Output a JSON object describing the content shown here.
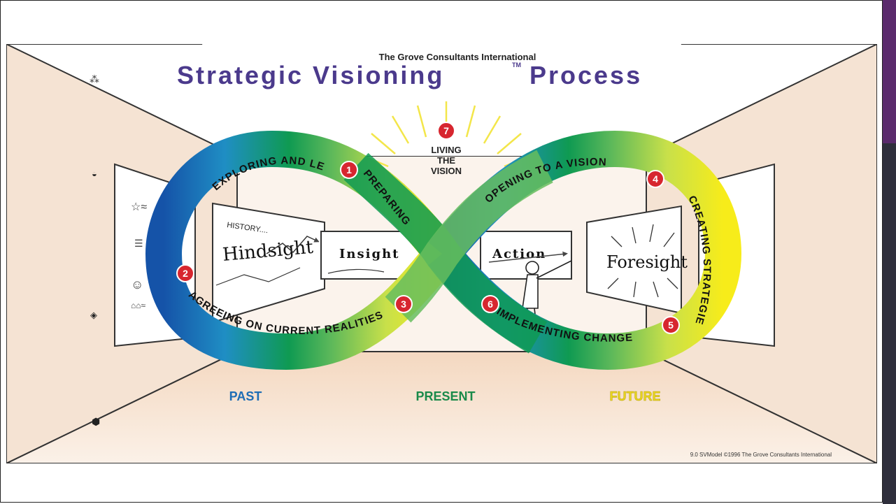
{
  "diagram": {
    "org": "The Grove Consultants International",
    "title": "Strategic Visioning",
    "tm": "TM",
    "title_suffix": "Process",
    "steps": [
      {
        "num": "1",
        "label": "PREPARING"
      },
      {
        "num": "2",
        "label": "EXPLORING AND LEARNING"
      },
      {
        "num": "3",
        "label": "AGREEING ON CURRENT REALITIES"
      },
      {
        "num": "4",
        "label": "OPENING TO A VISION"
      },
      {
        "num": "5",
        "label": "CREATING STRATEGIES"
      },
      {
        "num": "6",
        "label": "IMPLEMENTING CHANGE"
      },
      {
        "num": "7",
        "label_lines": [
          "LIVING",
          "THE",
          "VISION"
        ]
      }
    ],
    "panels": {
      "history": "HISTORY....",
      "hindsight": "Hindsight",
      "insight": "Insight",
      "action": "Action",
      "foresight": "Foresight"
    },
    "timeline": {
      "past": "PAST",
      "present": "PRESENT",
      "future": "FUTURE"
    },
    "copyright": "9.0 SVModel ©1996 The Grove Consultants International",
    "colors": {
      "blue": "#1e6db5",
      "green": "#0f9a52",
      "yellow": "#f5e60d",
      "title_purple": "#4b3a8c",
      "wall": "#f5e3d3",
      "badge_red": "#d7262f"
    },
    "left_icons": [
      "sparkle-icon",
      "yin-yang-icon",
      "diamond-icon",
      "cube-icon"
    ]
  }
}
